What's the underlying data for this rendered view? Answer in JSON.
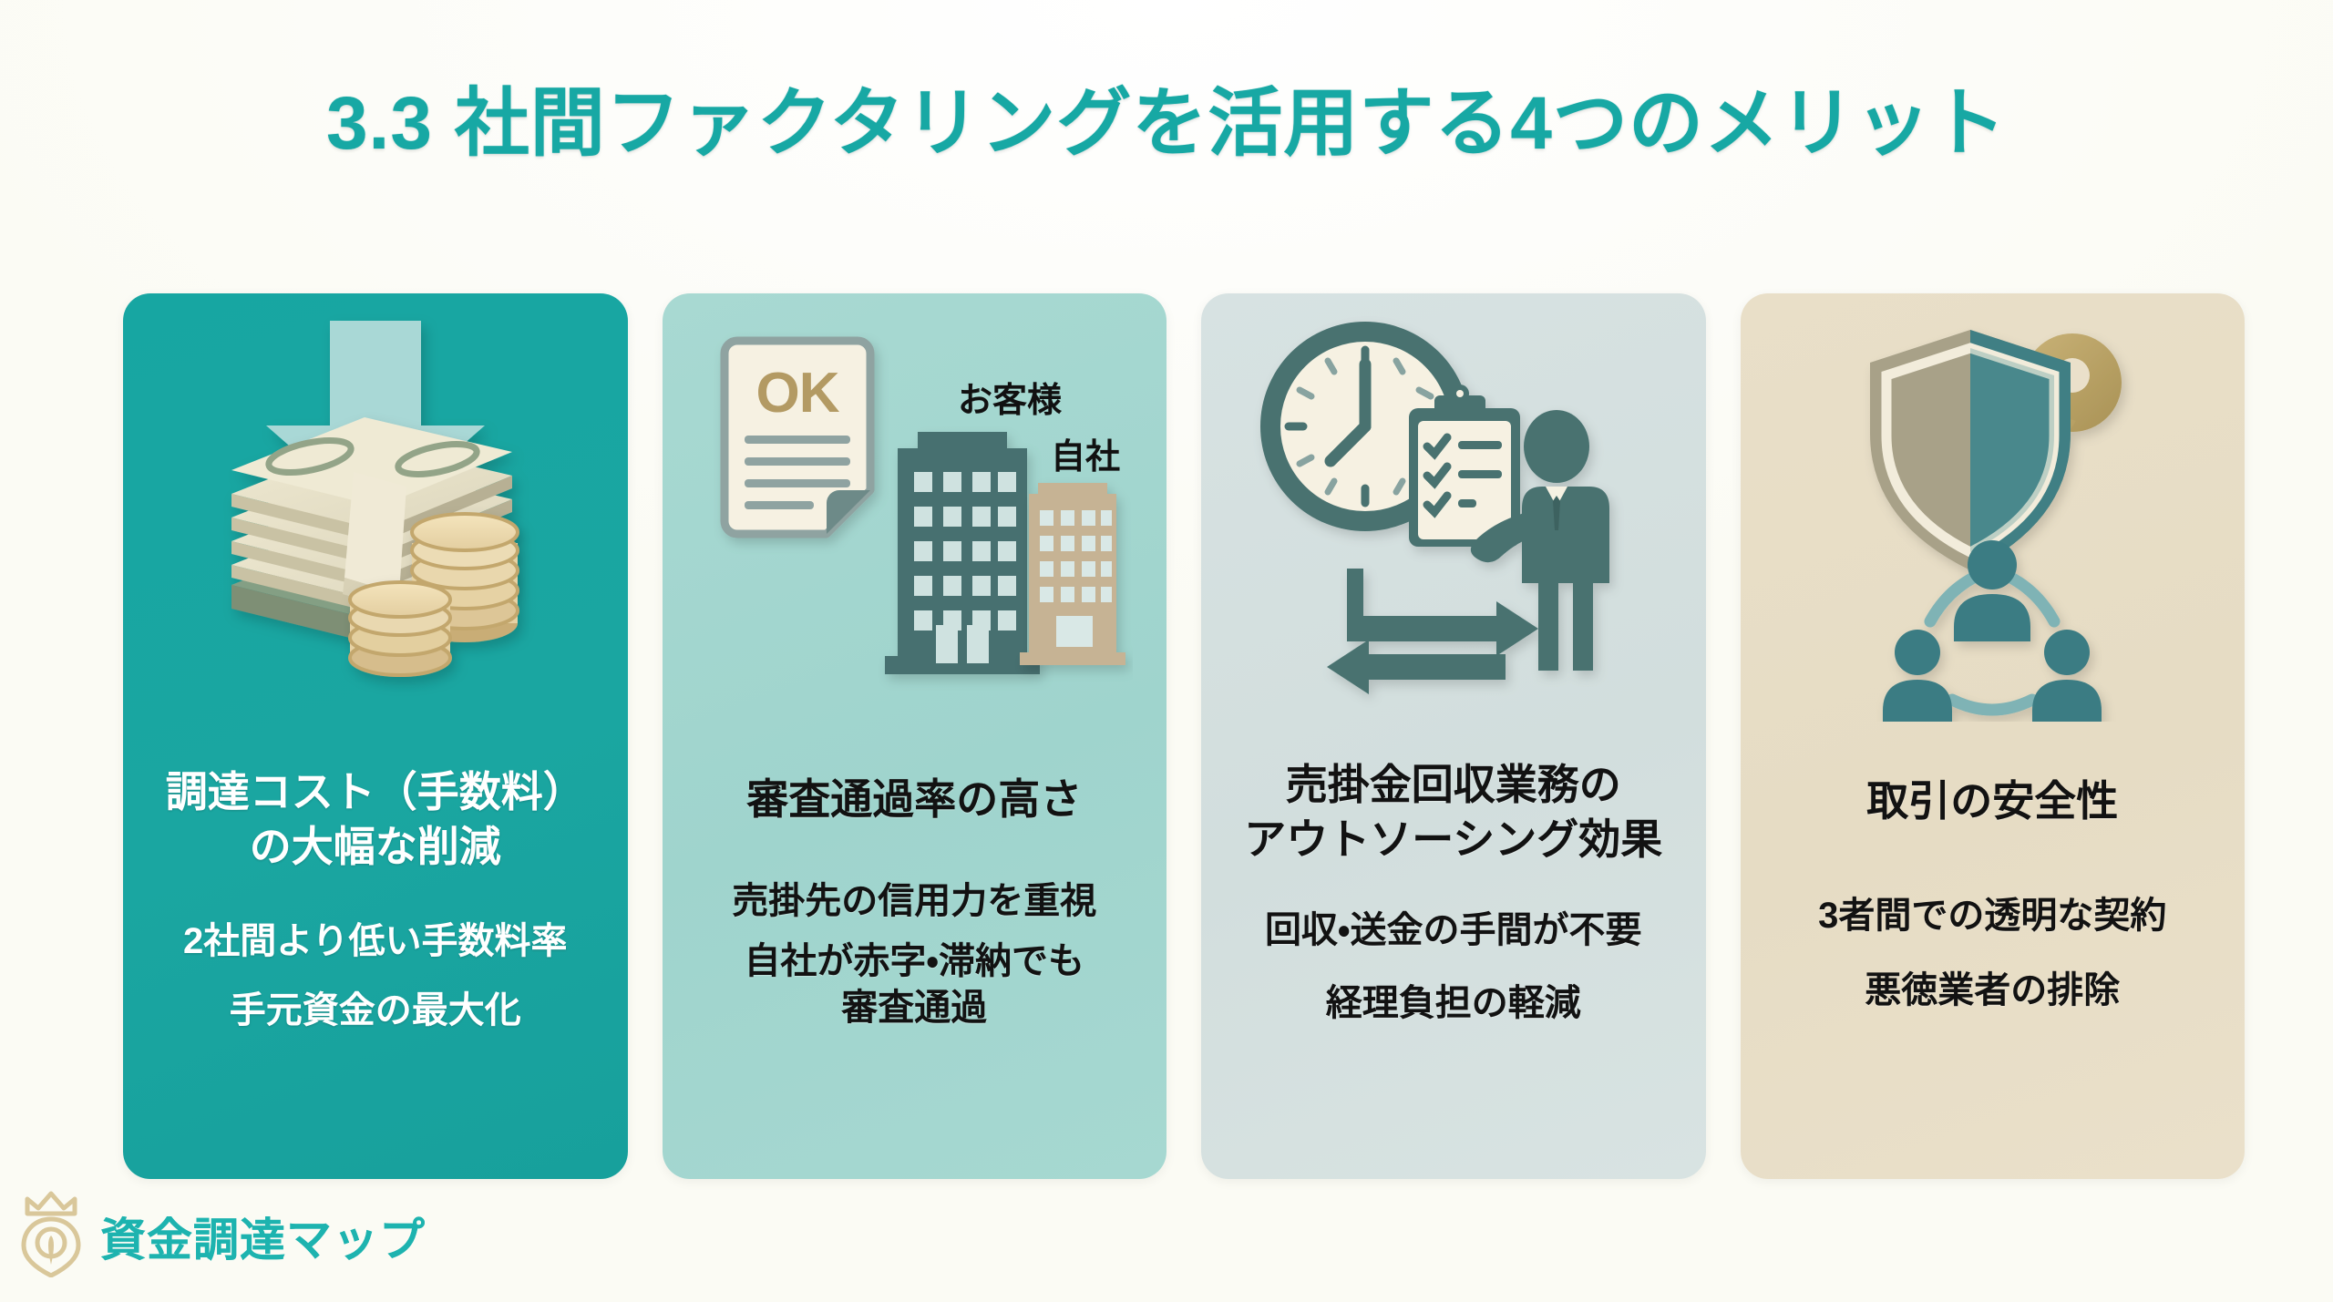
{
  "slide": {
    "title": "3.3 社間ファクタリングを活用する4つのメリット",
    "title_color": "#17A8A4",
    "background_color": "#FBFBF4"
  },
  "cards": [
    {
      "id": "card-cost-reduction",
      "background_color": "#17A6A2",
      "text_color": "#FFFFFF",
      "icon": "money-stack-down-arrow-icon",
      "title": "調達コスト（手数料）\nの大幅な削減",
      "bullets": [
        "2社間より低い手数料率",
        "手元資金の最大化"
      ]
    },
    {
      "id": "card-screening-pass-rate",
      "background_color": "#A4D7D0",
      "text_color": "#121212",
      "icon": "ok-document-buildings-icon",
      "icon_labels": {
        "document_text": "OK",
        "building_large": "お客様",
        "building_small": "自社"
      },
      "title": "審査通過率の高さ",
      "bullets": [
        "売掛先の信用力を重視",
        "自社が赤字・滞納でも\n審査通過"
      ]
    },
    {
      "id": "card-outsourcing-effect",
      "background_color": "#D5E0DF",
      "text_color": "#121212",
      "icon": "clock-checklist-businessman-icon",
      "title": "売掛金回収業務の\nアウトソーシング効果",
      "bullets": [
        "回収・送金の手間が不要",
        "経理負担の軽減"
      ]
    },
    {
      "id": "card-transaction-safety",
      "background_color": "#E8DEC7",
      "text_color": "#121212",
      "icon": "shield-key-three-people-icon",
      "title": "取引の安全性",
      "bullets": [
        "3者間での透明な契約",
        "悪徳業者の排除"
      ]
    }
  ],
  "footer": {
    "logo_icon": "crown-map-pin-icon",
    "logo_text": "資金調達マップ",
    "logo_text_color": "#1DB3AF",
    "logo_icon_color": "#D9C79A"
  }
}
